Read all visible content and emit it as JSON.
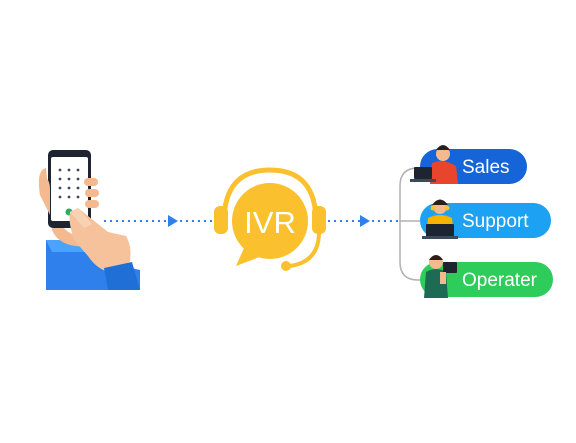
{
  "center": {
    "label": "IVR"
  },
  "routes": [
    {
      "label": "Sales",
      "color": "#1565d8",
      "icon": "agent-with-laptop-icon"
    },
    {
      "label": "Support",
      "color": "#1da1f2",
      "icon": "agent-with-headset-icon"
    },
    {
      "label": "Operater",
      "color": "#2ecc5b",
      "icon": "agent-with-tablet-icon"
    }
  ],
  "colors": {
    "ivr_yellow": "#fbc02d",
    "arrow_blue": "#2f80ed",
    "connector_gray": "#b0b0b0"
  },
  "caller_icon": "hand-holding-phone-icon"
}
